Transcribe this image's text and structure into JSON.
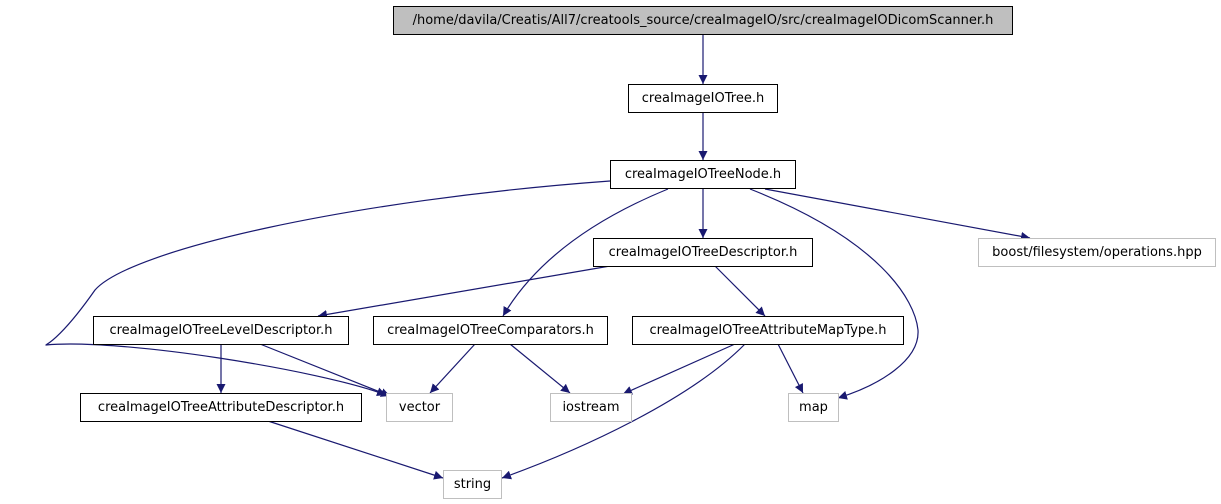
{
  "graph": {
    "nodes": {
      "scanner": "/home/davila/Creatis/All7/creatools_source/creaImageIO/src/creaImageIODicomScanner.h",
      "tree": "creaImageIOTree.h",
      "treenode": "creaImageIOTreeNode.h",
      "descriptor": "creaImageIOTreeDescriptor.h",
      "boostfs": "boost/filesystem/operations.hpp",
      "leveldesc": "creaImageIOTreeLevelDescriptor.h",
      "comparators": "creaImageIOTreeComparators.h",
      "attrmap": "creaImageIOTreeAttributeMapType.h",
      "attrdesc": "creaImageIOTreeAttributeDescriptor.h",
      "vector": "vector",
      "iostream": "iostream",
      "map": "map",
      "string": "string"
    },
    "edges": [
      [
        "scanner",
        "tree"
      ],
      [
        "tree",
        "treenode"
      ],
      [
        "treenode",
        "descriptor"
      ],
      [
        "treenode",
        "boostfs"
      ],
      [
        "treenode",
        "comparators"
      ],
      [
        "treenode",
        "map"
      ],
      [
        "treenode",
        "vector"
      ],
      [
        "descriptor",
        "leveldesc"
      ],
      [
        "descriptor",
        "attrmap"
      ],
      [
        "leveldesc",
        "attrdesc"
      ],
      [
        "leveldesc",
        "vector"
      ],
      [
        "comparators",
        "vector"
      ],
      [
        "comparators",
        "iostream"
      ],
      [
        "attrmap",
        "iostream"
      ],
      [
        "attrmap",
        "map"
      ],
      [
        "attrmap",
        "string"
      ],
      [
        "attrdesc",
        "string"
      ]
    ],
    "colors": {
      "edge": "#191970",
      "local_border": "#000000",
      "system_border": "#bfbfbf",
      "root_fill": "#bfbfbf"
    }
  }
}
